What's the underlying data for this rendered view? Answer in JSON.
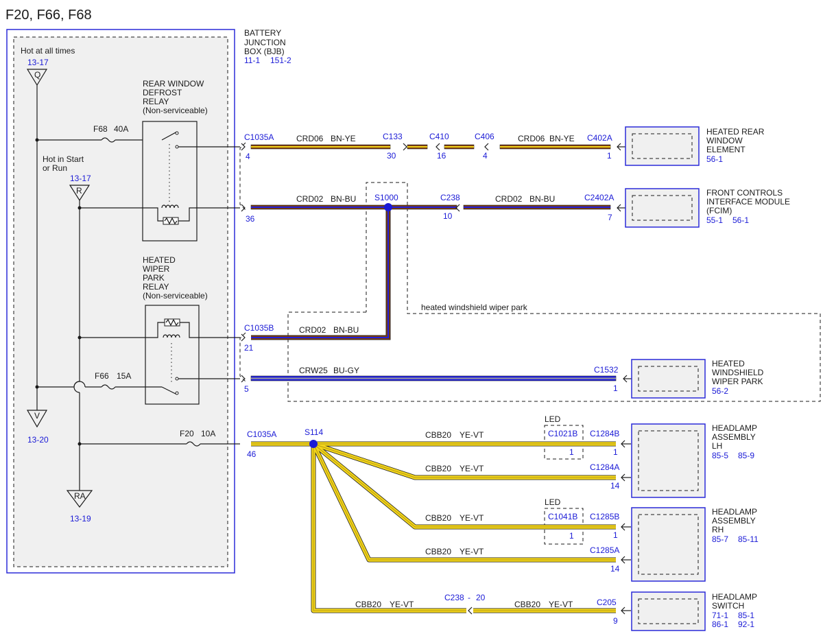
{
  "title": "F20, F66, F68",
  "bjb": {
    "l1": "BATTERY",
    "l2": "JUNCTION",
    "l3": "BOX (BJB)",
    "ref1": "11-1",
    "ref2": "151-2"
  },
  "power": {
    "hot_always": "Hot at all times",
    "hot_always_ref": "13-17",
    "q_label": "Q",
    "hot_start_l1": "Hot in Start",
    "hot_start_l2": "or Run",
    "hot_start_ref": "13-17",
    "r_label": "R",
    "v_label": "V",
    "v_ref": "13-20",
    "ra_label": "RA",
    "ra_ref": "13-19"
  },
  "fuses": {
    "f68": "F68",
    "f68_amp": "40A",
    "f66": "F66",
    "f66_amp": "15A",
    "f20": "F20",
    "f20_amp": "10A"
  },
  "relays": {
    "rear": {
      "l1": "REAR WINDOW",
      "l2": "DEFROST",
      "l3": "RELAY",
      "l4": "(Non-serviceable)"
    },
    "wiper": {
      "l1": "HEATED",
      "l2": "WIPER",
      "l3": "PARK",
      "l4": "RELAY",
      "l5": "(Non-serviceable)"
    }
  },
  "connectors": {
    "c1035a_1": "C1035A",
    "c1035a_1_pin": "4",
    "c1035a_2_pin": "36",
    "c1035b": "C1035B",
    "c1035b_pin": "21",
    "c1035b_pin2": "5",
    "c1035a_3": "C1035A",
    "c1035a_3_pin": "46",
    "c133": "C133",
    "c133_pin": "30",
    "c410": "C410",
    "c410_pin": "16",
    "c406": "C406",
    "c406_pin": "4",
    "c402a": "C402A",
    "c402a_pin": "1",
    "s1000": "S1000",
    "c238a": "C238",
    "c238a_pin": "10",
    "c2402a": "C2402A",
    "c2402a_pin": "7",
    "c1532": "C1532",
    "c1532_pin": "1",
    "s114": "S114",
    "c1284b": "C1284B",
    "c1284b_pin": "1",
    "c1284a": "C1284A",
    "c1284a_pin": "14",
    "c1285b": "C1285B",
    "c1285b_pin": "1",
    "c1285a": "C1285A",
    "c1285a_pin": "14",
    "c238b": "C238",
    "c238b_sep": "-",
    "c238b_pin": "20",
    "c205": "C205",
    "c205_pin": "9",
    "led1": "LED",
    "c1021b": "C1021B",
    "c1021b_pin": "1",
    "led2": "LED",
    "c1041b": "C1041B",
    "c1041b_pin": "1"
  },
  "wires": {
    "w1a": "CRD06",
    "w1a_color": "BN-YE",
    "w1b": "CRD06",
    "w1b_color": "BN-YE",
    "w2a": "CRD02",
    "w2a_color": "BN-BU",
    "w2b": "CRD02",
    "w2b_color": "BN-BU",
    "w3": "CRD02",
    "w3_color": "BN-BU",
    "w4": "CRW25",
    "w4_color": "BU-GY",
    "w5": "CBB20",
    "w5_color": "YE-VT",
    "w6": "CBB20",
    "w6_color": "YE-VT",
    "w7": "CBB20",
    "w7_color": "YE-VT",
    "w8": "CBB20",
    "w8_color": "YE-VT",
    "w9a": "CBB20",
    "w9a_color": "YE-VT",
    "w9b": "CBB20",
    "w9b_color": "YE-VT"
  },
  "wire_colors": {
    "brown": "#7a3b10",
    "yellow": "#f2d51b",
    "blue": "#2020e0",
    "red": "#c0141c",
    "gray": "#9a9a9a",
    "edge": "#222222"
  },
  "park_label": "heated windshield wiper park",
  "modules": {
    "hrwe": {
      "l1": "HEATED REAR",
      "l2": "WINDOW",
      "l3": "ELEMENT",
      "ref": "56-1"
    },
    "fcim": {
      "l1": "FRONT CONTROLS",
      "l2": "INTERFACE MODULE",
      "l3": "(FCIM)",
      "ref1": "55-1",
      "ref2": "56-1"
    },
    "hwwp": {
      "l1": "HEATED",
      "l2": "WINDSHIELD",
      "l3": "WIPER PARK",
      "ref": "56-2"
    },
    "hl_lh": {
      "l1": "HEADLAMP",
      "l2": "ASSEMBLY",
      "l3": "LH",
      "ref1": "85-5",
      "ref2": "85-9"
    },
    "hl_rh": {
      "l1": "HEADLAMP",
      "l2": "ASSEMBLY",
      "l3": "RH",
      "ref1": "85-7",
      "ref2": "85-11"
    },
    "hl_sw": {
      "l1": "HEADLAMP",
      "l2": "SWITCH",
      "ref1": "71-1",
      "ref2": "85-1",
      "ref3": "86-1",
      "ref4": "92-1"
    }
  }
}
